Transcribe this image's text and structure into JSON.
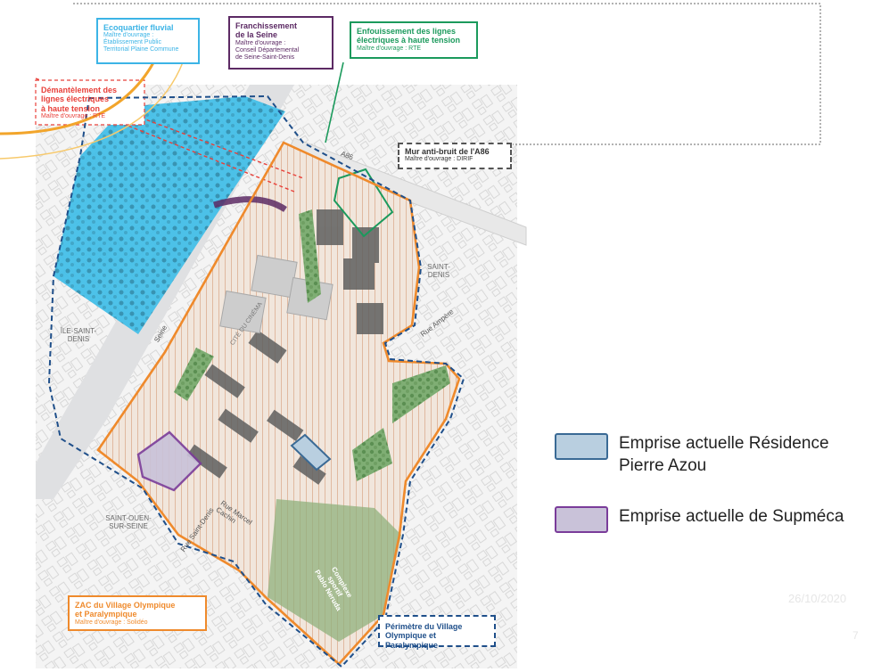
{
  "callouts": {
    "ecoquartier": {
      "title": "Ecoquartier fluvial",
      "sub": "Maître d'ouvrage :\nÉtablissement Public\nTerritorial Plaine Commune",
      "color": "#3cb4e6"
    },
    "franchissement": {
      "title": "Franchissement\nde la Seine",
      "sub": "Maître d'ouvrage :\nConseil Départemental\nde Seine-Saint-Denis",
      "color": "#5c2a64"
    },
    "enfouissement": {
      "title": "Enfouissement des lignes\nélectriques à haute tension",
      "sub": "Maître d'ouvrage : RTE",
      "color": "#1b9a5c"
    },
    "demantelement": {
      "title": "Démantèlement des\nlignes électriques\nà haute tension",
      "sub": "Maître d'ouvrage : RTE",
      "color": "#e8403a"
    },
    "mur": {
      "title": "Mur anti-bruit de l'A86",
      "sub": "Maître d'ouvrage : DIRIF",
      "color": "#555555"
    },
    "zac": {
      "title": "ZAC du Village Olympique\net Paralympique",
      "sub": "Maître d'ouvrage : Solidéo",
      "color": "#ef8a2c"
    },
    "perimetre": {
      "title": "Périmètre du Village\nOlympique et Paralympique",
      "color": "#1f4f8a"
    }
  },
  "places": {
    "saint_denis": "SAINT-\nDENIS",
    "ile_saint_denis": "ÎLE-SAINT-\nDENIS",
    "saint_ouen": "SAINT-OUEN-\nSUR-SEINE",
    "complexe": "Complexe\nsportif\nPablo Neruda"
  },
  "roads": {
    "a86": "A86",
    "seine": "Seine",
    "rue_ampere": "Rue Ampère",
    "rue_saint_denis": "Rue Saint-Denis",
    "rue_marcel_cachin": "Rue Marcel\nCachin",
    "cite_label": "CITÉ DU CINÉMA"
  },
  "legend": [
    {
      "label": "Emprise actuelle Résidence\nPierre Azou",
      "fill": "#b9cfe0",
      "stroke": "#3a6a95"
    },
    {
      "label": "Emprise actuelle de Supméca",
      "fill": "#c9c2d9",
      "stroke": "#7a3c9a"
    }
  ],
  "footer": {
    "date": "26/10/2020",
    "page": "7"
  }
}
